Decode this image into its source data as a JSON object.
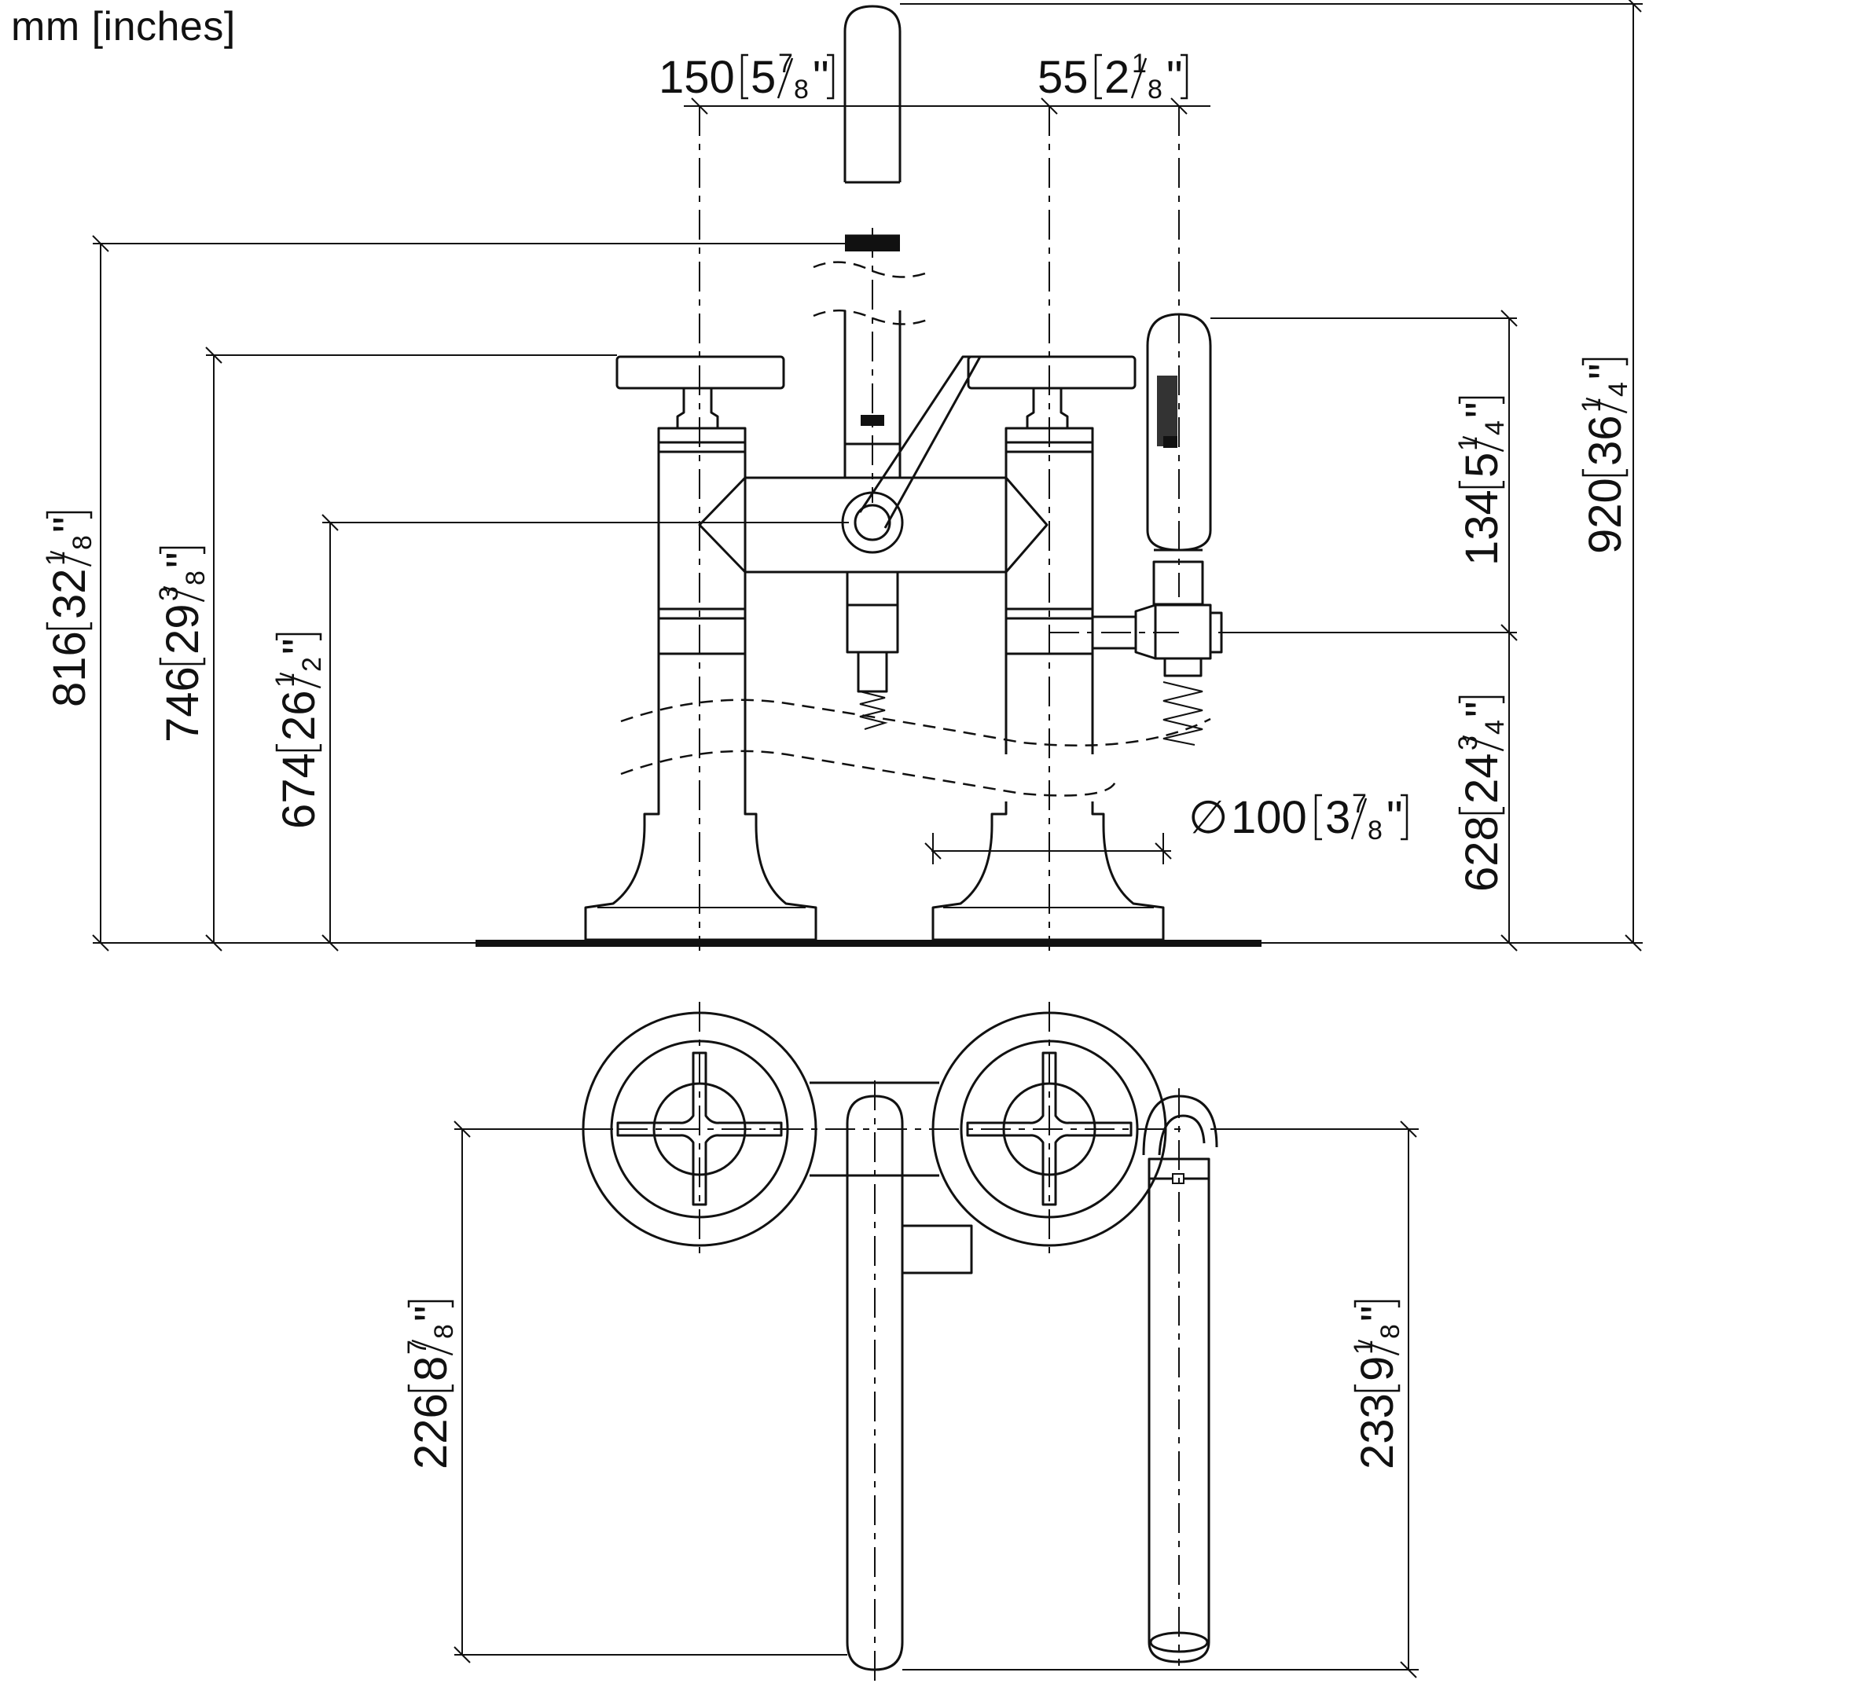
{
  "units_label": "mm [inches]",
  "dimensions": {
    "d150": {
      "mm": "150",
      "whole": "5",
      "num": "7",
      "den": "8"
    },
    "d55": {
      "mm": "55",
      "whole": "2",
      "num": "1",
      "den": "8"
    },
    "d816": {
      "mm": "816",
      "whole": "32",
      "num": "1",
      "den": "8"
    },
    "d746": {
      "mm": "746",
      "whole": "29",
      "num": "3",
      "den": "8"
    },
    "d674": {
      "mm": "674",
      "whole": "26",
      "num": "1",
      "den": "2"
    },
    "d134": {
      "mm": "134",
      "whole": "5",
      "num": "1",
      "den": "4"
    },
    "d628": {
      "mm": "628",
      "whole": "24",
      "num": "3",
      "den": "4"
    },
    "d920": {
      "mm": "920",
      "whole": "36",
      "num": "1",
      "den": "4"
    },
    "d100": {
      "symbol": "∅",
      "mm": "100",
      "whole": "3",
      "num": "7",
      "den": "8"
    },
    "d226": {
      "mm": "226",
      "whole": "8",
      "num": "7",
      "den": "8"
    },
    "d233": {
      "mm": "233",
      "whole": "9",
      "num": "1",
      "den": "8"
    }
  },
  "colors": {
    "ink": "#111111",
    "background": "#ffffff"
  }
}
